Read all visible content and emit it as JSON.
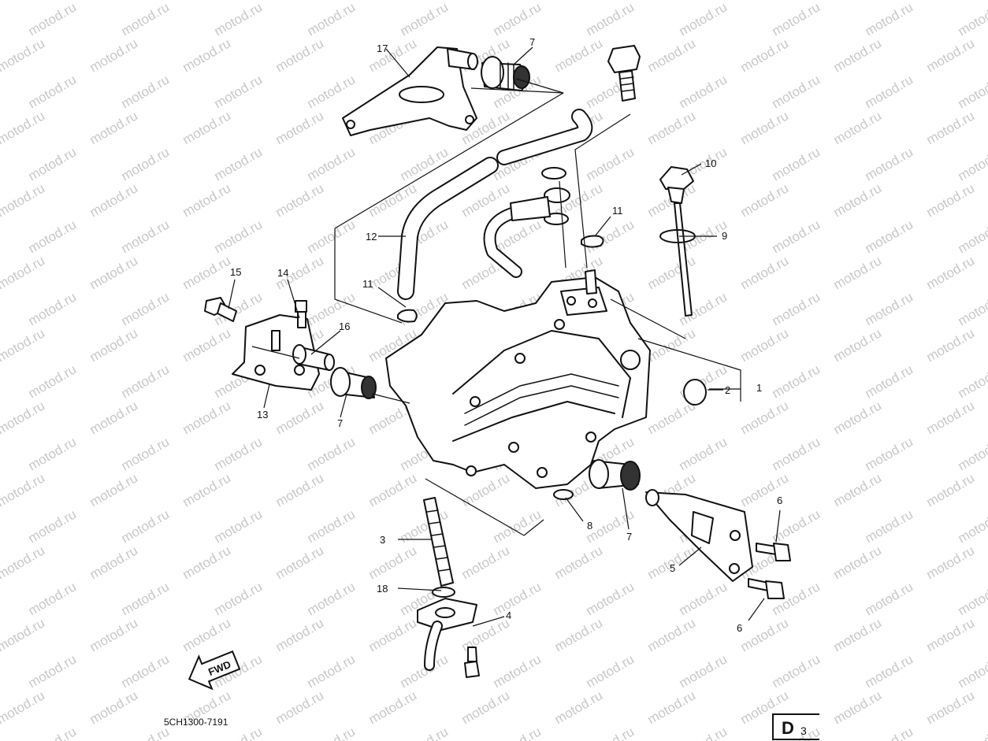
{
  "watermark": {
    "text": "motod.ru",
    "color": "#c8c8c8"
  },
  "drawing_code": "5CH1300-7191",
  "page_ref": {
    "letter": "D",
    "number": "3"
  },
  "fwd_label": "FWD",
  "callouts": {
    "c1": "1",
    "c2": "2",
    "c3": "3",
    "c4": "4",
    "c5": "5",
    "c6a": "6",
    "c6b": "6",
    "c7a": "7",
    "c7b": "7",
    "c7c": "7",
    "c8": "8",
    "c9": "9",
    "c10": "10",
    "c11a": "11",
    "c11b": "11",
    "c12": "12",
    "c13": "13",
    "c14": "14",
    "c15": "15",
    "c16": "16",
    "c17": "17",
    "c18": "18"
  }
}
